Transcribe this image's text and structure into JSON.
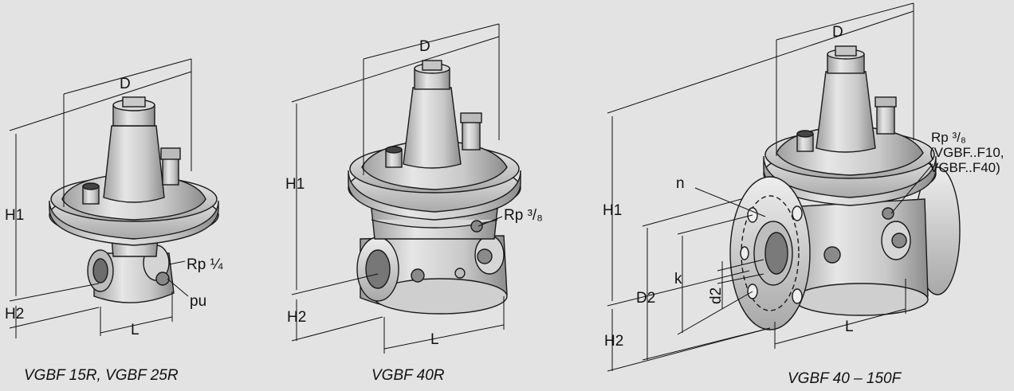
{
  "valves": [
    {
      "caption": "VGBF 15R, VGBF 25R",
      "labels": {
        "d": "D",
        "h1": "H1",
        "h2": "H2",
        "l": "L",
        "port": "Rp ¼",
        "pu": "pu"
      }
    },
    {
      "caption": "VGBF 40R",
      "labels": {
        "d": "D",
        "h1": "H1",
        "h2": "H2",
        "l": "L",
        "port": "Rp ³/₈"
      }
    },
    {
      "caption": "VGBF 40 – 150F",
      "labels": {
        "d": "D",
        "h1": "H1",
        "h2": "H2",
        "l": "L",
        "n": "n",
        "k": "k",
        "d2_dim": "D2",
        "d2": "d2",
        "port_line1": "Rp ³/₈",
        "port_line2": "(VGBF..F10,",
        "port_line3": "VGBF..F40)"
      }
    }
  ],
  "colors": {
    "background": "#e3e3e3",
    "metal": "#cfcfcf",
    "shadow": "#9a9a9a",
    "line": "#111111"
  }
}
